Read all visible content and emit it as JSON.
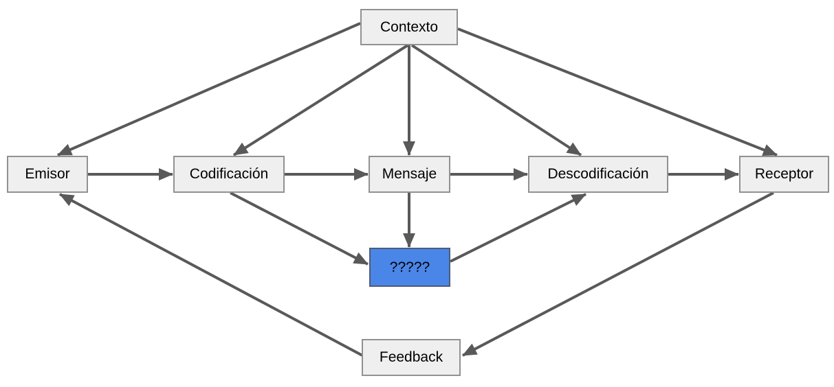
{
  "diagram": {
    "arrow_color": "#595959",
    "nodes": [
      {
        "id": "contexto",
        "label": "Contexto",
        "fill": "#efefef",
        "border": "#919191"
      },
      {
        "id": "emisor",
        "label": "Emisor",
        "fill": "#efefef",
        "border": "#919191"
      },
      {
        "id": "codificacion",
        "label": "Codificación",
        "fill": "#efefef",
        "border": "#919191"
      },
      {
        "id": "mensaje",
        "label": "Mensaje",
        "fill": "#efefef",
        "border": "#919191"
      },
      {
        "id": "descodificacion",
        "label": "Descodificación",
        "fill": "#efefef",
        "border": "#919191"
      },
      {
        "id": "receptor",
        "label": "Receptor",
        "fill": "#efefef",
        "border": "#919191"
      },
      {
        "id": "unknown",
        "label": "?????",
        "fill": "#4a86e8",
        "border": "#4d5b77"
      },
      {
        "id": "feedback",
        "label": "Feedback",
        "fill": "#efefef",
        "border": "#919191"
      }
    ],
    "edges": [
      {
        "from": "contexto",
        "to": "emisor"
      },
      {
        "from": "contexto",
        "to": "codificacion"
      },
      {
        "from": "contexto",
        "to": "mensaje"
      },
      {
        "from": "contexto",
        "to": "descodificacion"
      },
      {
        "from": "contexto",
        "to": "receptor"
      },
      {
        "from": "emisor",
        "to": "codificacion"
      },
      {
        "from": "codificacion",
        "to": "mensaje"
      },
      {
        "from": "mensaje",
        "to": "descodificacion"
      },
      {
        "from": "descodificacion",
        "to": "receptor"
      },
      {
        "from": "mensaje",
        "to": "unknown"
      },
      {
        "from": "codificacion",
        "to": "unknown"
      },
      {
        "from": "unknown",
        "to": "descodificacion"
      },
      {
        "from": "receptor",
        "to": "feedback"
      },
      {
        "from": "feedback",
        "to": "emisor"
      }
    ]
  }
}
